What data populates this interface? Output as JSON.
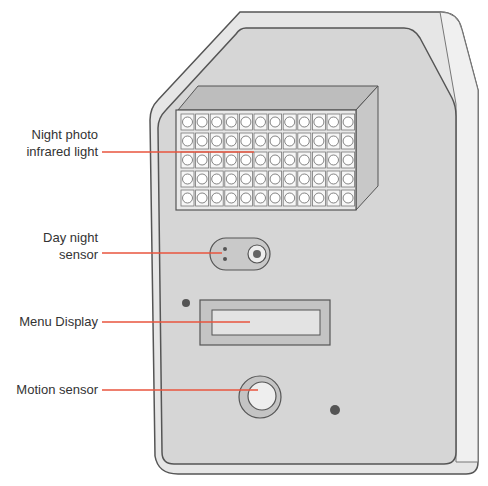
{
  "diagram": {
    "labels": [
      "Night photo infrared light",
      "Day night sensor",
      "Menu Display",
      "Motion sensor"
    ]
  }
}
